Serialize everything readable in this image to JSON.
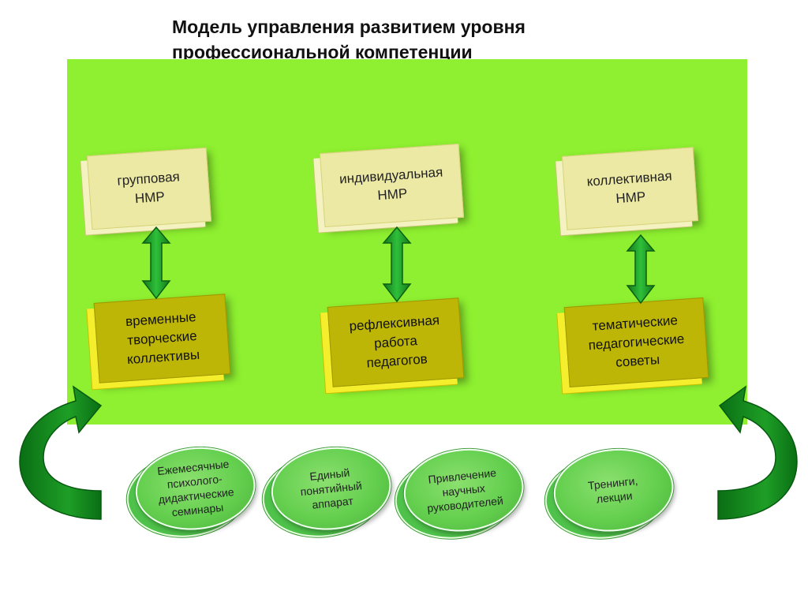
{
  "title": {
    "line1": "Модель управления развитием уровня",
    "line2": "профессиональной компетенции"
  },
  "columns": [
    {
      "top": "групповая\nНМР",
      "bottom": "временные\nтворческие\nколлективы"
    },
    {
      "top": "индивидуальная\nНМР",
      "bottom": "рефлексивная\nработа\nпедагогов"
    },
    {
      "top": "коллективная\nНМР",
      "bottom": "тематические\nпедагогические\nсоветы"
    }
  ],
  "ellipses": [
    "Ежемесячные\nпсихолого-\nдидактические\nсеминары",
    "Единый\nпонятийный\nаппарат",
    "Привлечение\nнаучных\nруководителей",
    "Тренинги,\nлекции"
  ],
  "colors": {
    "panel": "#8ef030",
    "top_box": "#ece9a4",
    "bottom_box": "#bdb607",
    "arrow": "#1e9e26",
    "curved_arrow": "#118a1f",
    "ellipse": "#64cf4f"
  }
}
